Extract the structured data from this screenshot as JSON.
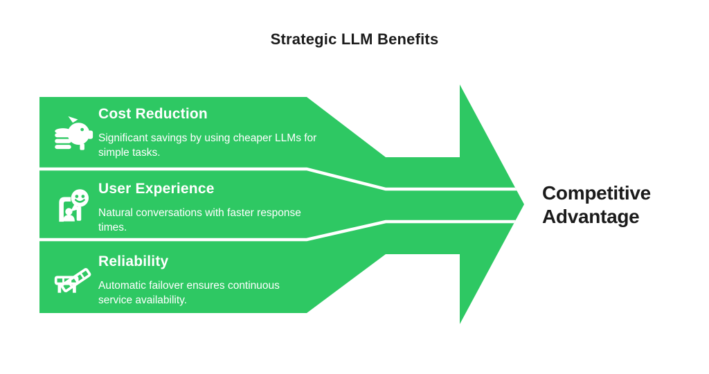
{
  "title": "Strategic LLM Benefits",
  "colors": {
    "green": "#2ec863",
    "text_dark": "#1b1b1b",
    "text_light": "#ffffff",
    "background": "#ffffff"
  },
  "benefits": [
    {
      "heading": "Cost Reduction",
      "description": "Significant savings by using cheaper LLMs for simple tasks.",
      "icon": "piggy-bank-coins-icon"
    },
    {
      "heading": "User Experience",
      "description": "Natural conversations with faster response times.",
      "icon": "user-chat-smiley-icon"
    },
    {
      "heading": "Reliability",
      "description": "Automatic failover ensures continuous service availability.",
      "icon": "crossed-barriers-icon"
    }
  ],
  "outcome": {
    "label": "Competitive Advantage"
  }
}
